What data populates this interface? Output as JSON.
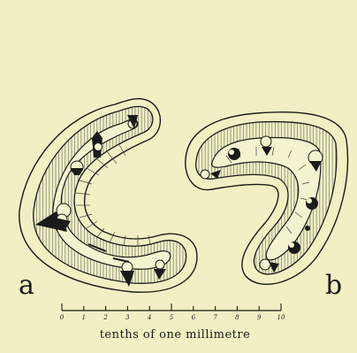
{
  "labels": {
    "a": "a",
    "b": "b"
  },
  "scale": {
    "ticks": [
      "0",
      "1",
      "2",
      "3",
      "4",
      "5",
      "6",
      "7",
      "8",
      "9",
      "10"
    ],
    "caption": "tenths of one millimetre"
  },
  "colors": {
    "paper": "#f1efc3",
    "ink": "#1a1a1a"
  }
}
